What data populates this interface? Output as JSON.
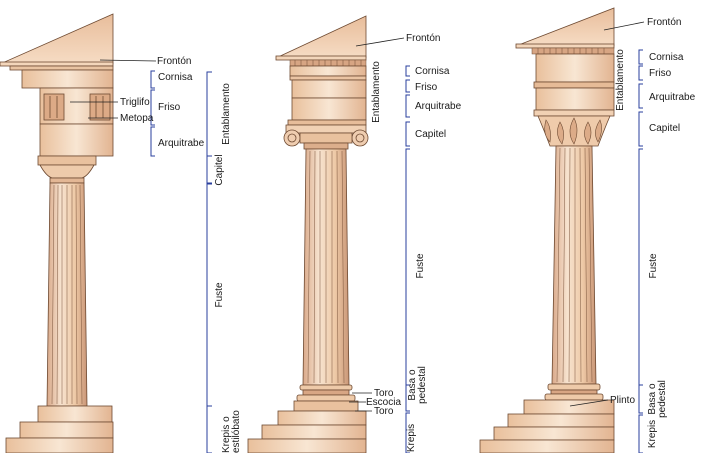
{
  "colors": {
    "stone_light": "#f7e3cf",
    "stone_mid": "#eec9a6",
    "stone_dark": "#d9a98a",
    "outline": "#6e4a32",
    "bracket": "#2a3f9e"
  },
  "doric": {
    "fronton": "Frontón",
    "cornisa": "Cornisa",
    "friso": "Friso",
    "triglifo": "Triglifo",
    "metopa": "Metopa",
    "arquitrabe": "Arquitrabe",
    "entablamento": "Entablamento",
    "capitel": "Capitel",
    "fuste": "Fuste",
    "krepis_line1": "Krepis o",
    "krepis_line2": "estilóbato"
  },
  "ionic": {
    "fronton": "Frontón",
    "cornisa": "Cornisa",
    "friso": "Friso",
    "arquitrabe": "Arquitrabe",
    "entablamento": "Entablamento",
    "capitel": "Capitel",
    "fuste": "Fuste",
    "toro_top": "Toro",
    "escocia": "Escocia",
    "toro_bottom": "Toro",
    "basa_line1": "Basa o",
    "basa_line2": "pedestal",
    "krepis": "Krepis"
  },
  "corinthian": {
    "fronton": "Frontón",
    "cornisa": "Cornisa",
    "friso": "Friso",
    "arquitrabe": "Arquitrabe",
    "entablamento": "Entablamento",
    "capitel": "Capitel",
    "fuste": "Fuste",
    "plinto": "Plinto",
    "basa_line1": "Basa o",
    "basa_line2": "pedestal",
    "krepis": "Krepis"
  }
}
